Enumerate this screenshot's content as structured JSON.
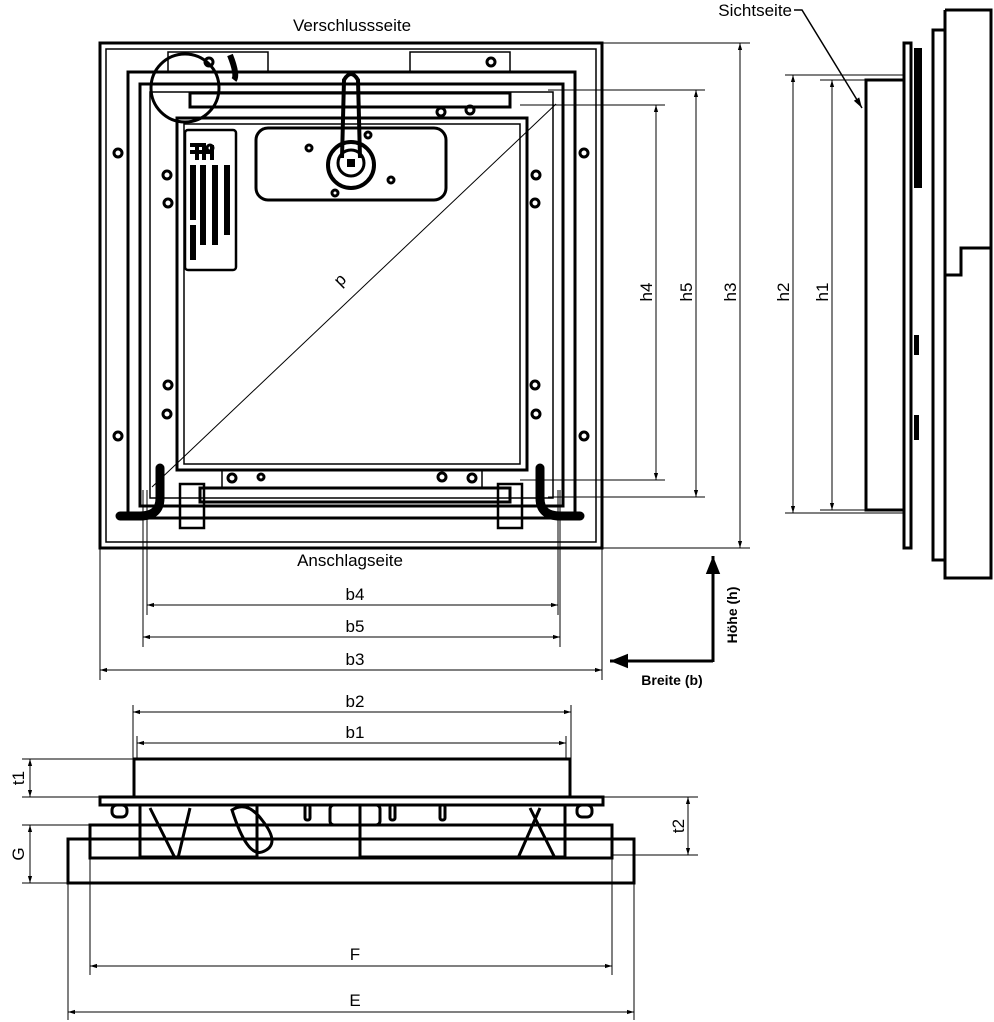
{
  "front_view": {
    "top_label": "Verschlussseite",
    "bottom_label": "Anschlagseite",
    "diagonal_label": "d",
    "dims": {
      "h4": "h4",
      "h5": "h5",
      "h3": "h3",
      "b4": "b4",
      "b5": "b5",
      "b3": "b3"
    }
  },
  "axes": {
    "height_label": "Höhe (h)",
    "width_label": "Breite (b)"
  },
  "side_view": {
    "visible_side_label": "Sichtseite",
    "dims": {
      "h2": "h2",
      "h1": "h1"
    }
  },
  "section_view": {
    "dims": {
      "b2": "b2",
      "b1": "b1",
      "t1": "t1",
      "G": "G",
      "t2": "t2",
      "F": "F",
      "E": "E"
    }
  }
}
